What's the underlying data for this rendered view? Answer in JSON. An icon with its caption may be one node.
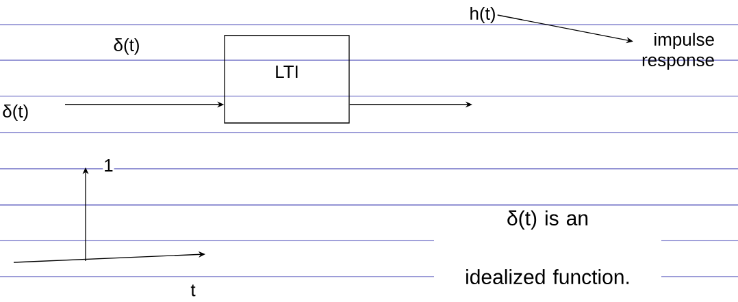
{
  "diagram": {
    "nodes": [
      {
        "text": [
          "LTI"
        ]
      },
      {
        "text": [
          "h(t)"
        ]
      },
      {
        "text": [
          "impulse response"
        ]
      }
    ],
    "edges": [
      {
        "from": null,
        "to": 0,
        "arrow": "to",
        "label": "δ(t)"
      },
      {
        "from": 0,
        "to": null,
        "arrow": "to"
      },
      {
        "from": 1,
        "to": 2,
        "arrow": "to"
      }
    ],
    "labels": [
      "δ(t)",
      "1",
      "t",
      "δ(t) is an idealized function."
    ]
  }
}
